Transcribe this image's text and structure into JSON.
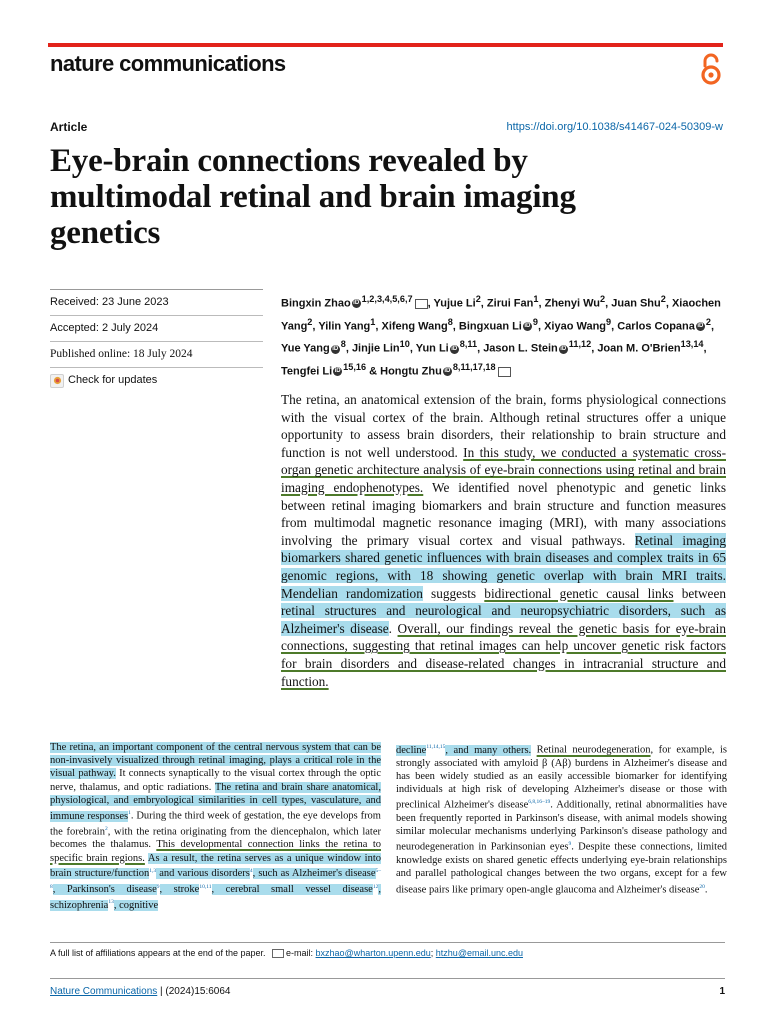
{
  "header": {
    "journal": "nature communications",
    "article_type": "Article",
    "doi": "https://doi.org/10.1038/s41467-024-50309-w"
  },
  "title": "Eye-brain connections revealed by multimodal retinal and brain imaging genetics",
  "dates": {
    "received": "Received: 23 June 2023",
    "accepted": "Accepted: 2 July 2024",
    "published": "Published online: 18 July 2024",
    "check_updates": "Check for updates"
  },
  "authors": [
    {
      "name": "Bingxin Zhao",
      "aff": "1,2,3,4,5,6,7",
      "orcid": true,
      "email": true
    },
    {
      "name": "Yujue Li",
      "aff": "2"
    },
    {
      "name": "Zirui Fan",
      "aff": "1"
    },
    {
      "name": "Zhenyi Wu",
      "aff": "2"
    },
    {
      "name": "Juan Shu",
      "aff": "2"
    },
    {
      "name": "Xiaochen Yang",
      "aff": "2"
    },
    {
      "name": "Yilin Yang",
      "aff": "1"
    },
    {
      "name": "Xifeng Wang",
      "aff": "8"
    },
    {
      "name": "Bingxuan Li",
      "aff": "9",
      "orcid": true
    },
    {
      "name": "Xiyao Wang",
      "aff": "9"
    },
    {
      "name": "Carlos Copana",
      "aff": "2",
      "orcid": true
    },
    {
      "name": "Yue Yang",
      "aff": "8",
      "orcid": true
    },
    {
      "name": "Jinjie Lin",
      "aff": "10"
    },
    {
      "name": "Yun Li",
      "aff": "8,11",
      "orcid": true
    },
    {
      "name": "Jason L. Stein",
      "aff": "11,12",
      "orcid": true
    },
    {
      "name": "Joan M. O'Brien",
      "aff": "13,14"
    },
    {
      "name": "Tengfei Li",
      "aff": "15,16",
      "orcid": true,
      "amp": true
    },
    {
      "name": "Hongtu Zhu",
      "aff": "8,11,17,18",
      "orcid": true,
      "email": true
    }
  ],
  "abstract": [
    {
      "t": "The retina, an anatomical extension of the brain, forms physiological connections with the visual cortex of the brain. Although retinal structures offer a unique opportunity to assess brain disorders, their relationship to brain structure and function is not well understood. ",
      "s": ""
    },
    {
      "t": "In this study, we conducted a systematic cross-organ genetic architecture analysis of eye-brain connections using retinal and brain imaging endophenotypes.",
      "s": "ul"
    },
    {
      "t": " We identified novel phenotypic and genetic links between retinal imaging biomarkers and brain structure and function measures from multimodal magnetic resonance imaging (MRI), with many associations involving the primary visual cortex and visual pathways. ",
      "s": ""
    },
    {
      "t": "Retinal imaging biomarkers shared genetic influences with brain diseases and complex traits in 65 genomic regions, with 18 showing genetic overlap with brain MRI traits.",
      "s": "hl"
    },
    {
      "t": " ",
      "s": ""
    },
    {
      "t": "Mendelian randomization",
      "s": "hl"
    },
    {
      "t": " suggests ",
      "s": ""
    },
    {
      "t": "bidirectional genetic causal links",
      "s": "ul"
    },
    {
      "t": " between ",
      "s": ""
    },
    {
      "t": "retinal structures and neurological and neuropsychiatric disorders, such as Alzheimer's disease",
      "s": "hl"
    },
    {
      "t": ". ",
      "s": ""
    },
    {
      "t": "Overall, our findings reveal the genetic basis for eye-brain connections, suggesting that retinal images can help uncover genetic risk factors for brain disorders and disease-related changes in intracranial structure and function.",
      "s": "ul"
    }
  ],
  "body_left": [
    {
      "t": "The retina, an important component of the central nervous system that can be non-invasively visualized through retinal imaging, plays a critical role in the visual pathway.",
      "s": "hl"
    },
    {
      "t": " It connects synaptically to the visual cortex through the optic nerve, thalamus, and optic radiations. ",
      "s": ""
    },
    {
      "t": "The retina and brain share anatomical, physiological, and embryological similarities in cell types, vasculature, and immune responses",
      "s": "hl"
    },
    {
      "t": "1",
      "s": "sup"
    },
    {
      "t": ". During the third week of gestation, the eye develops from the forebrain",
      "s": ""
    },
    {
      "t": "2",
      "s": "sup"
    },
    {
      "t": ", with the retina originating from the diencephalon, which later becomes the thalamus. ",
      "s": ""
    },
    {
      "t": "This developmental connection links the retina to specific brain regions.",
      "s": "ul"
    },
    {
      "t": " ",
      "s": ""
    },
    {
      "t": "As a result, the retina serves as a unique window into brain structure/function",
      "s": "hl"
    },
    {
      "t": "1,3",
      "s": "sup"
    },
    {
      "t": " and various disorders",
      "s": "hl"
    },
    {
      "t": "4",
      "s": "sup"
    },
    {
      "t": ", such as Alzheimer's disease",
      "s": "hl"
    },
    {
      "t": "5–8",
      "s": "sup"
    },
    {
      "t": ", Parkinson's disease",
      "s": "hl"
    },
    {
      "t": "9",
      "s": "sup"
    },
    {
      "t": ", stroke",
      "s": "hl"
    },
    {
      "t": "10,11",
      "s": "sup"
    },
    {
      "t": ", cerebral small vessel disease",
      "s": "hl"
    },
    {
      "t": "12",
      "s": "sup"
    },
    {
      "t": ", schizophrenia",
      "s": "hl"
    },
    {
      "t": "13",
      "s": "sup"
    },
    {
      "t": ", cognitive",
      "s": "hl"
    }
  ],
  "body_right": [
    {
      "t": "decline",
      "s": "hl"
    },
    {
      "t": "11,14,15",
      "s": "sup"
    },
    {
      "t": ", and many others.",
      "s": "hl"
    },
    {
      "t": " ",
      "s": ""
    },
    {
      "t": "Retinal neurodegeneration",
      "s": "ul"
    },
    {
      "t": ", for example, is strongly associated with amyloid β (Aβ) burdens in Alzheimer's disease and has been widely studied as an easily accessible biomarker for identifying individuals at high risk of developing Alzheimer's disease or those with preclinical Alzheimer's disease",
      "s": ""
    },
    {
      "t": "6,8,16–19",
      "s": "sup"
    },
    {
      "t": ". Additionally, retinal abnormalities have been frequently reported in Parkinson's disease, with animal models showing similar molecular mechanisms underlying Parkinson's disease pathology and neurodegeneration in Parkinsonian eyes",
      "s": ""
    },
    {
      "t": "9",
      "s": "sup"
    },
    {
      "t": ". Despite these connections, limited knowledge exists on shared genetic effects underlying eye-brain relationships and parallel pathological changes between the two organs, except for a few disease pairs like primary open-angle glaucoma and Alzheimer's disease",
      "s": ""
    },
    {
      "t": "20",
      "s": "sup"
    },
    {
      "t": ".",
      "s": ""
    }
  ],
  "footnote": {
    "text": "A full list of affiliations appears at the end of the paper.",
    "email_label": "e-mail:",
    "email1": "bxzhao@wharton.upenn.edu",
    "sep": ";",
    "email2": "htzhu@email.unc.edu"
  },
  "footer": {
    "journal": "Nature Communications",
    "citation": " | (2024)15:6064",
    "page": "1"
  },
  "colors": {
    "accent": "#e2231a",
    "link": "#0a66a8",
    "highlight": "#a9dcec",
    "underline": "#4d7a2a"
  }
}
